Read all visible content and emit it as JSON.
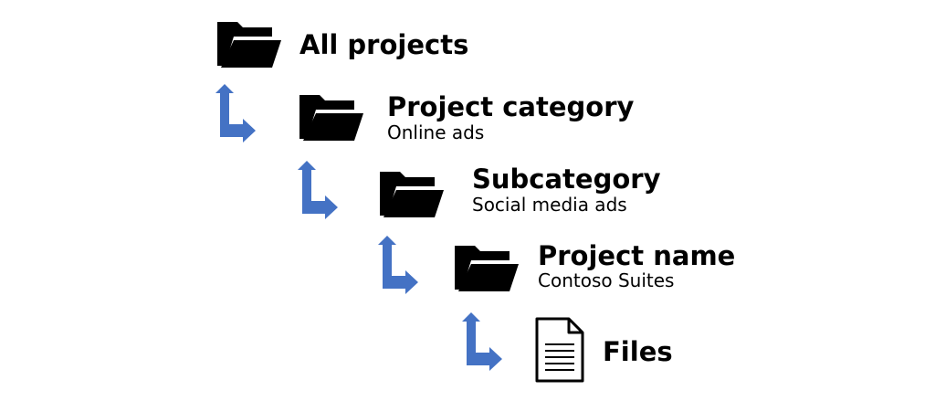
{
  "hierarchy": [
    {
      "title": "All projects",
      "subtitle": "",
      "icon": "folder-icon"
    },
    {
      "title": "Project category",
      "subtitle": "Online ads",
      "icon": "folder-icon"
    },
    {
      "title": "Subcategory",
      "subtitle": "Social media ads",
      "icon": "folder-icon"
    },
    {
      "title": "Project name",
      "subtitle": "Contoso Suites",
      "icon": "folder-icon"
    },
    {
      "title": "Files",
      "subtitle": "",
      "icon": "document-icon"
    }
  ],
  "colors": {
    "arrow": "#4472C4",
    "icon": "#000000",
    "text": "#000000"
  }
}
